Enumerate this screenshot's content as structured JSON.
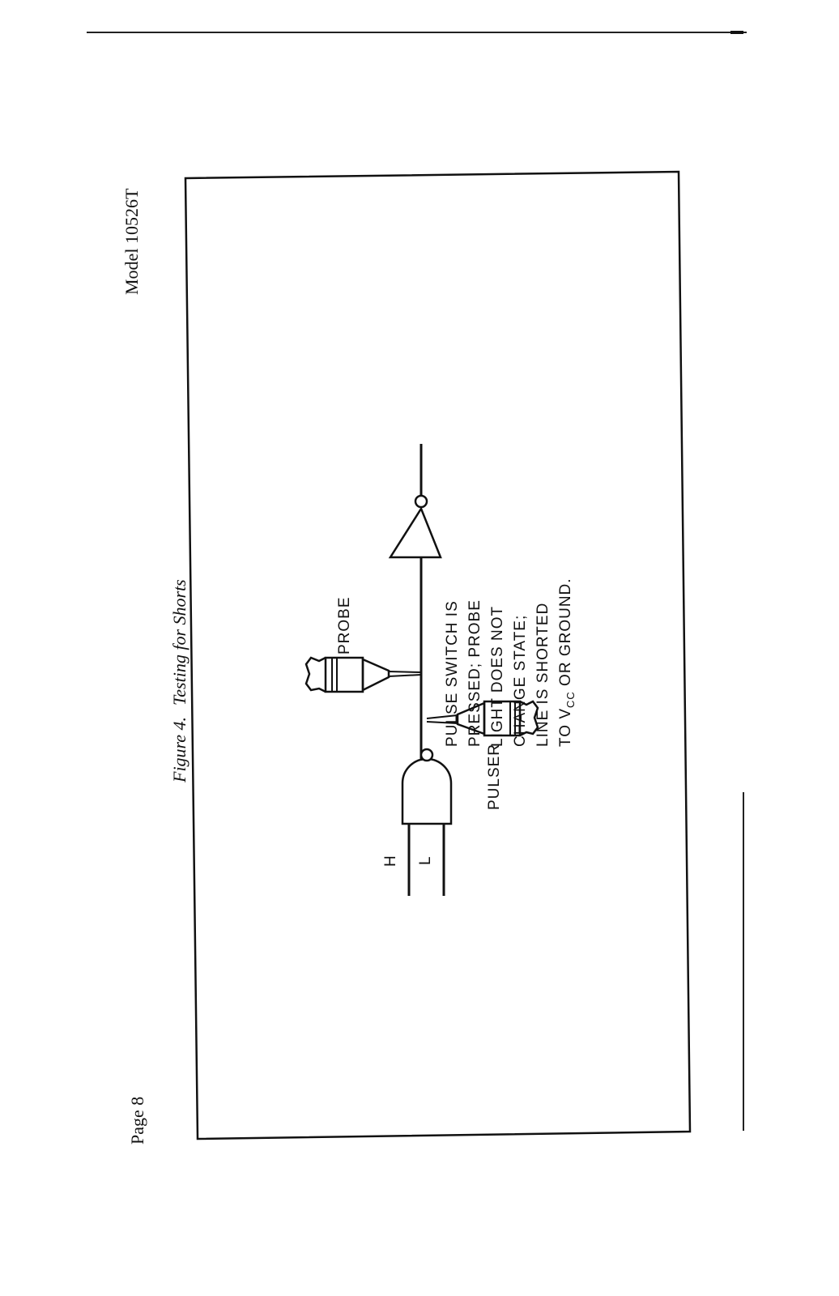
{
  "header": {
    "page": "Page 8",
    "model": "Model 10526T"
  },
  "figure": {
    "number": "Figure 4.",
    "title": "Testing for Shorts",
    "labels": {
      "probe": "PROBE",
      "pulser": "PULSER",
      "input_high": "H",
      "input_low": "L"
    },
    "note": {
      "line1": "PULSE SWITCH IS",
      "line2": "PRESSED; PROBE",
      "line3": "LIGHT DOES NOT",
      "line4": "CHANGE STATE;",
      "line5": "LINE IS SHORTED",
      "line6_prefix": "TO V",
      "line6_sub": "CC",
      "line6_suffix": " OR GROUND."
    }
  }
}
